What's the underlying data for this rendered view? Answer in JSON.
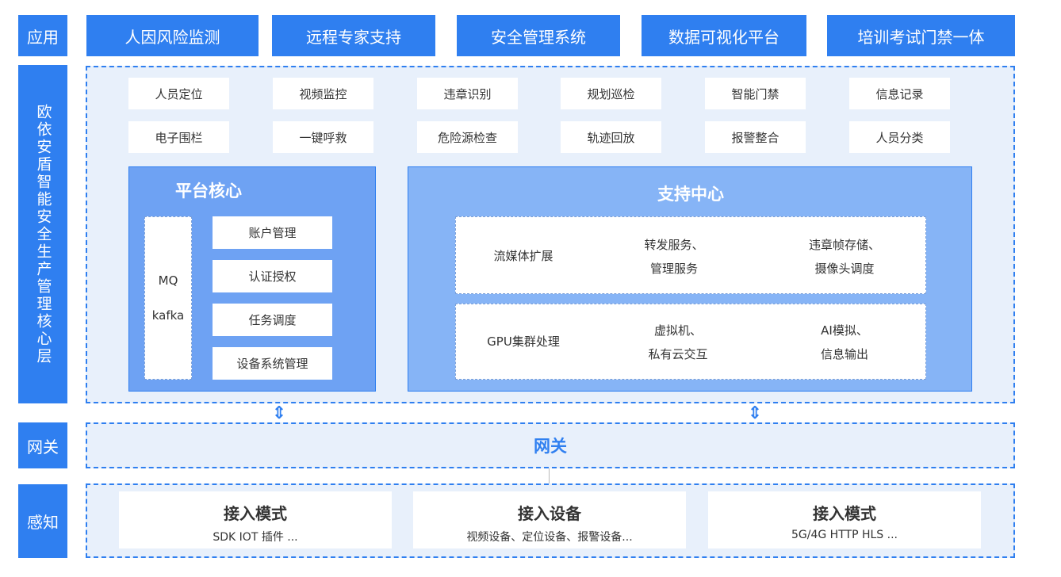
{
  "left_labels": {
    "app": "应用",
    "core": "欧依安盾智能安全生产管理核心层",
    "gateway": "网关",
    "perception": "感知"
  },
  "top_apps": [
    "人因风险监测",
    "远程专家支持",
    "安全管理系统",
    "数据可视化平台",
    "培训考试门禁一体"
  ],
  "features": [
    [
      "人员定位",
      "视频监控",
      "违章识别",
      "规划巡检",
      "智能门禁",
      "信息记录"
    ],
    [
      "电子围栏",
      "一键呼救",
      "危险源检查",
      "轨迹回放",
      "报警整合",
      "人员分类"
    ]
  ],
  "platform_core": {
    "title": "平台核心",
    "mq": "MQ",
    "kafka": "kafka",
    "items": [
      "账户管理",
      "认证授权",
      "任务调度",
      "设备系统管理"
    ]
  },
  "support_center": {
    "title": "支持中心",
    "row1": {
      "c1": "流媒体扩展",
      "c2a": "转发服务、",
      "c2b": "管理服务",
      "c3a": "违章帧存储、",
      "c3b": "摄像头调度"
    },
    "row2": {
      "c1": "GPU集群处理",
      "c2a": "虚拟机、",
      "c2b": "私有云交互",
      "c3a": "AI模拟、",
      "c3b": "信息输出"
    }
  },
  "gateway_text": "网关",
  "arrows": {
    "up_down": "⇕"
  },
  "perception_cards": [
    {
      "title": "接入模式",
      "sub": "SDK IOT 插件 ..."
    },
    {
      "title": "接入设备",
      "sub": "视频设备、定位设备、报警设备..."
    },
    {
      "title": "接入模式",
      "sub": "5G/4G HTTP HLS ..."
    }
  ],
  "colors": {
    "primary": "#2f7ff0",
    "region_bg": "#e8f0fb",
    "core_bg": "#6ea2f3",
    "support_bg": "#86b4f6"
  }
}
